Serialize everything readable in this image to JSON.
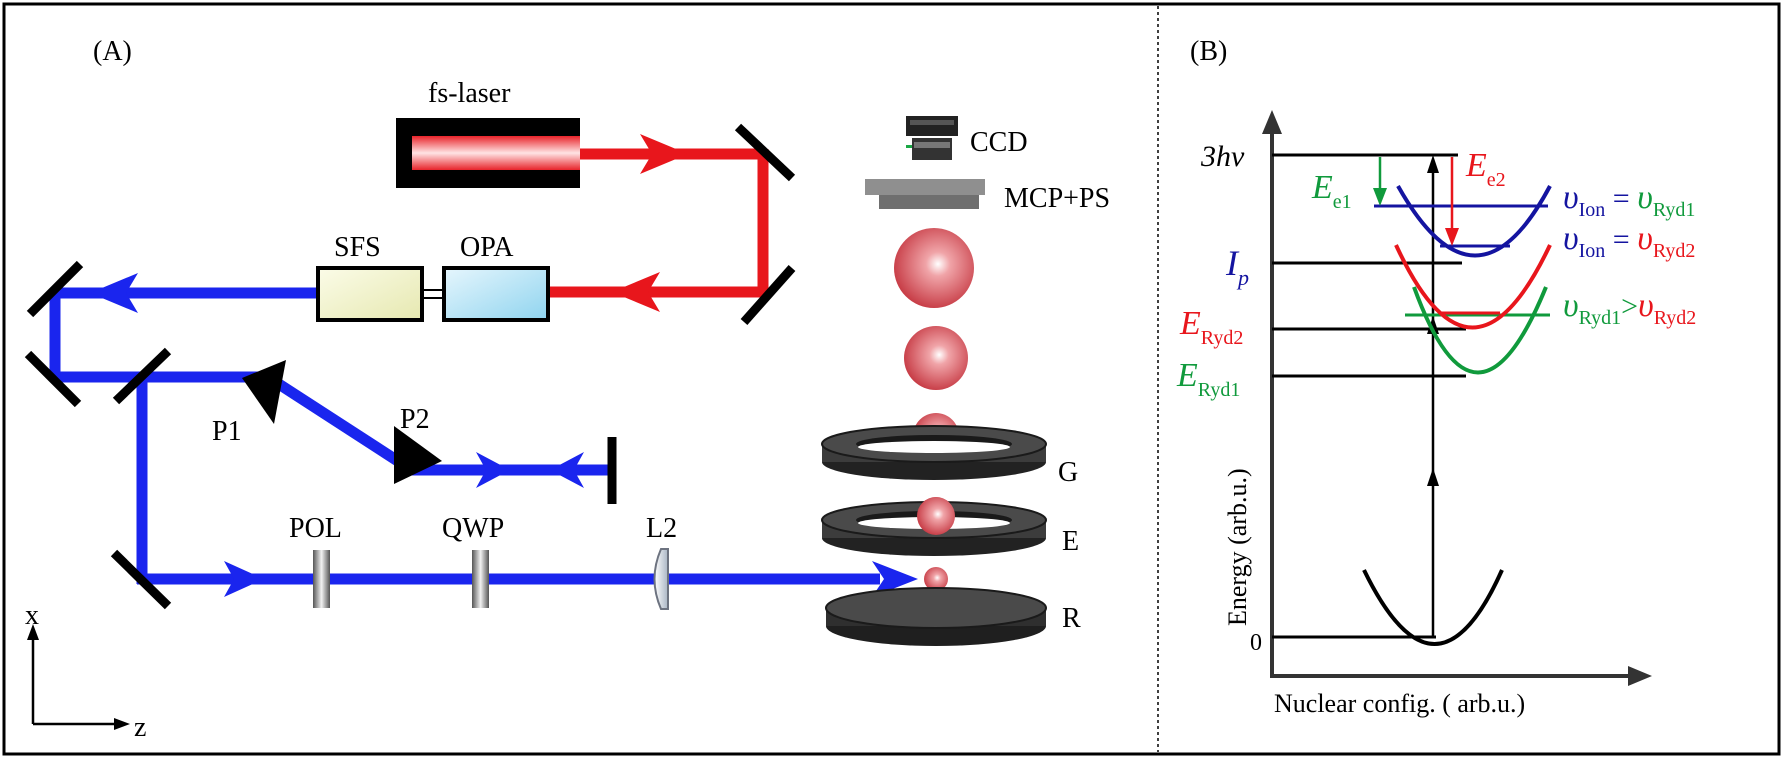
{
  "panelA": {
    "label": "(A)",
    "laser": "fs-laser",
    "ccd": "CCD",
    "mcp": "MCP+PS",
    "sfs": "SFS",
    "opa": "OPA",
    "p1": "P1",
    "p2": "P2",
    "pol": "POL",
    "qwp": "QWP",
    "l2": "L2",
    "plateG": "G",
    "plateE": "E",
    "plateR": "R",
    "axisX": "x",
    "axisZ": "z"
  },
  "panelB": {
    "label": "(B)",
    "level3hv": "3hv",
    "ip_sym": "I",
    "ip_sub": "p",
    "ee1_sym": "E",
    "ee1_sub": "e1",
    "ee2_sym": "E",
    "ee2_sub": "e2",
    "eryd2_sym": "E",
    "eryd2_sub": "Ryd2",
    "eryd1_sym": "E",
    "eryd1_sub": "Ryd1",
    "zero": "0",
    "ylabel": "Energy (arb.u.)",
    "xlabel": "Nuclear config. ( arb.u.)",
    "rel1": {
      "v": "υ",
      "sub1": "Ion",
      "op": " = ",
      "sub2": "Ryd1"
    },
    "rel2": {
      "v": "υ",
      "sub1": "Ion",
      "op": " = ",
      "sub2": "Ryd2"
    },
    "rel3": {
      "v": "υ",
      "sub1": "Ryd1",
      "op": ">",
      "sub2": "Ryd2"
    }
  },
  "colors": {
    "red": "#e8161c",
    "blue": "#1a25ee",
    "navy": "#1414a0",
    "green": "#109a3c",
    "black": "#000000"
  }
}
